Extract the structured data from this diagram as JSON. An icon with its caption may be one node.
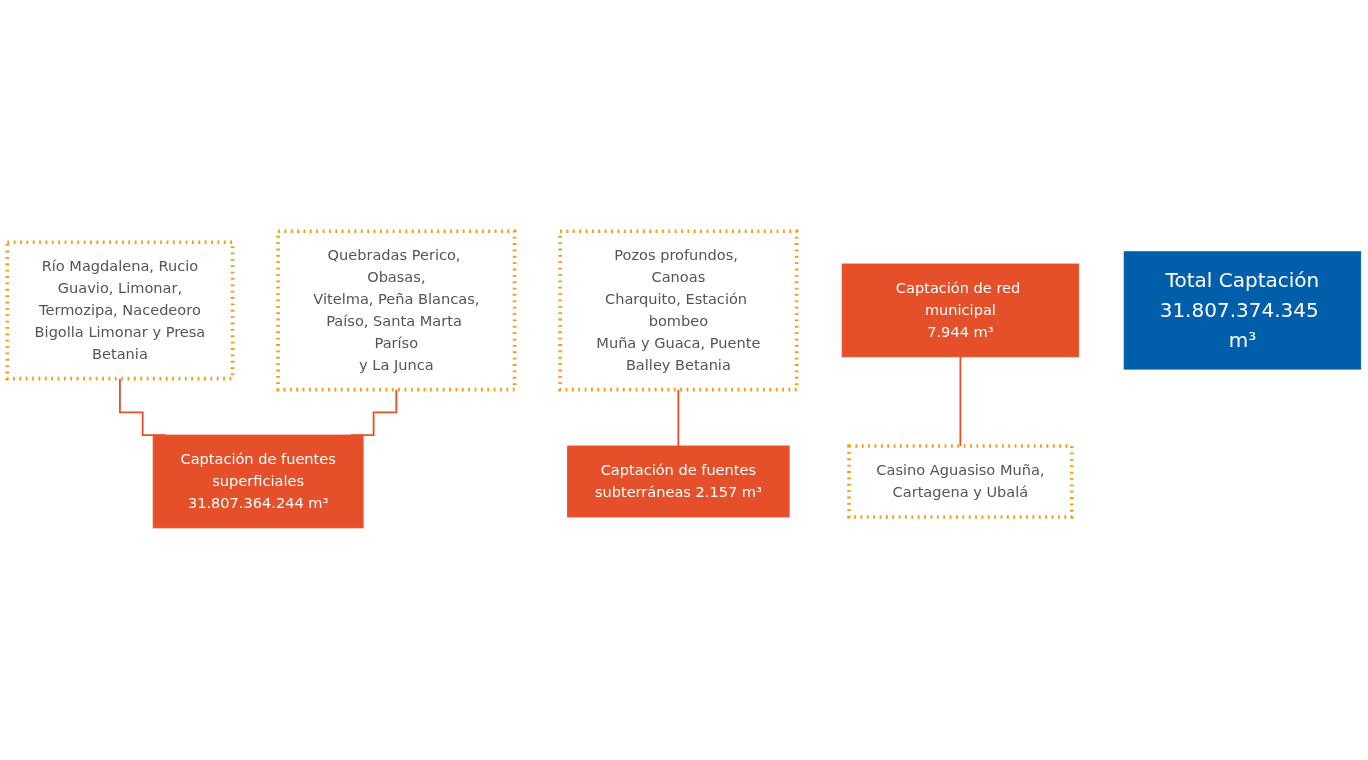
{
  "diagram": {
    "nodes": [
      {
        "text": [
          "Río Magdalena, Rucio Guavio, Limonar, Termozipa, Nacedeoro Bigolla Limonar y Presa Betania"
        ]
      },
      {
        "text": [
          "Quebradas Perico, Obasas, Vitelma, Peña Blancas, Paíso, Santa Marta Paríso y La Junca"
        ]
      },
      {
        "text": [
          "Captación de fuentes superficiales 31.807.364.244 m³"
        ]
      },
      {
        "text": [
          "Pozos profundos, Canoas Charquito, Estación bombeo Muña y Guaca, Puente Balley Betania"
        ]
      },
      {
        "text": [
          "Captación de fuentes subterráneas 2.157 m³"
        ]
      },
      {
        "text": [
          "Captación de red municipal 7.944 m³"
        ]
      },
      {
        "text": [
          "Casino Aguasiso Muña, Cartagena y Ubalá"
        ]
      },
      {
        "text": [
          "Total Captación 31.807.374.345 m³"
        ]
      }
    ],
    "edges": [
      {
        "from": 0,
        "to": 2,
        "arrow": "none"
      },
      {
        "from": 1,
        "to": 2,
        "arrow": "none"
      },
      {
        "from": 3,
        "to": 4,
        "arrow": "none"
      },
      {
        "from": 5,
        "to": 6,
        "arrow": "none"
      }
    ]
  }
}
